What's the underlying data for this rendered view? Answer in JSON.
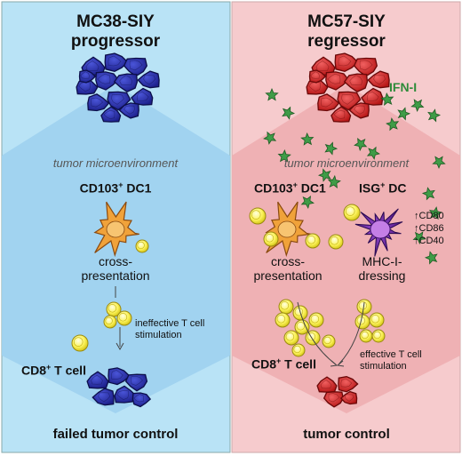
{
  "left_panel": {
    "title_line1": "MC38-SIY",
    "title_line2": "progressor",
    "microenvironment": "tumor microenvironment",
    "dc_label": "CD103",
    "dc_sup": "+",
    "dc_suffix": " DC1",
    "process_line1": "cross-",
    "process_line2": "presentation",
    "stim_line1": "ineffective T cell",
    "stim_line2": "stimulation",
    "tcell_label": "CD8",
    "tcell_sup": "+",
    "tcell_suffix": " T cell",
    "outcome": "failed tumor control",
    "bg_color": "#b9e3f6",
    "tumor_color": "#2a2ea6"
  },
  "right_panel": {
    "title_line1": "MC57-SIY",
    "title_line2": "regressor",
    "ifn_label": "IFN-I",
    "microenvironment": "tumor microenvironment",
    "dc1_label": "CD103",
    "dc1_sup": "+",
    "dc1_suffix": " DC1",
    "dc2_label": "ISG",
    "dc2_sup": "+",
    "dc2_suffix": " DC",
    "markers": [
      "↑CD80",
      "↑CD86",
      "↑CD40"
    ],
    "process1_line1": "cross-",
    "process1_line2": "presentation",
    "process2_line1": "MHC-I-",
    "process2_line2": "dressing",
    "tcell_label": "CD8",
    "tcell_sup": "+",
    "tcell_suffix": " T cell",
    "stim_line1": "effective T cell",
    "stim_line2": "stimulation",
    "outcome": "tumor control",
    "bg_color": "#f6cbcd",
    "tumor_color": "#d42424"
  }
}
